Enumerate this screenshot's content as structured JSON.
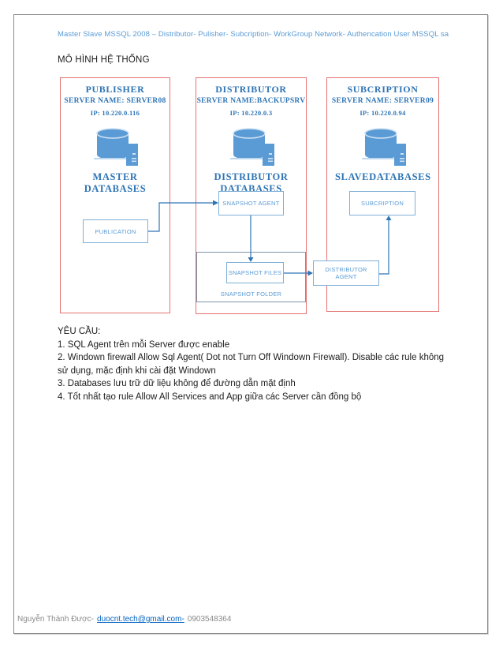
{
  "page": {
    "header": "Master Slave MSSQL 2008 – Distributor- Pulisher- Subcription- WorkGroup Network- Authencation User MSSQL sa",
    "title": "MÔ HÌNH HỆ THỐNG",
    "footer": {
      "name": "Nguyễn Thành Được-",
      "email": "duocnt.tech@gmail.com-",
      "phone": "0903548364"
    }
  },
  "diagram": {
    "columns": [
      {
        "title": "PUBLISHER",
        "server_name": "SERVER NAME: SERVER08",
        "ip": "IP: 10.220.0.116",
        "db_label": "MASTER DATABASES"
      },
      {
        "title": "DISTRIBUTOR",
        "server_name": "SERVER NAME:BACKUPSRV",
        "ip": "IP: 10.220.0.3",
        "db_label": "DISTRIBUTOR DATABASES"
      },
      {
        "title": "SUBCRIPTION",
        "server_name": "SERVER NAME: SERVER09",
        "ip": "IP: 10.220.0.94",
        "db_label": "SLAVEDATABASES"
      }
    ],
    "nodes": {
      "publication": "PUBLICATION",
      "snapshot_agent": "SNAPSHOT AGENT",
      "subcription": "SUBCRIPTION",
      "snapshot_files": "SNAPSHOT FILES",
      "snapshot_folder": "SNAPSHOT FOLDER",
      "distributor_agent": "DISTRIBUTOR AGENT"
    },
    "icon": "database-server-icon"
  },
  "requirements": {
    "heading": "YÊU CẦU:",
    "items": [
      "1. SQL Agent trên mỗi Server được enable",
      "2. Windown firewall Allow Sql Agent( Dot not Turn Off Windown Firewall). Disable các rule không sử dụng, mặc định khi cài đặt Windown",
      "3. Databases lưu trữ dữ liệu không để đường dẫn mặt định",
      "4. Tốt nhất tạo rule Allow All Services and App giữa các Server cần đồng bộ"
    ]
  },
  "colors": {
    "accent_blue": "#5b9bd5",
    "heading_blue": "#2e74b5",
    "connector_blue": "#2e75b6",
    "red_border": "#e57373",
    "folder_border": "#7e93ab",
    "link_blue": "#0563c1",
    "footer_gray": "#8a8a8a"
  }
}
